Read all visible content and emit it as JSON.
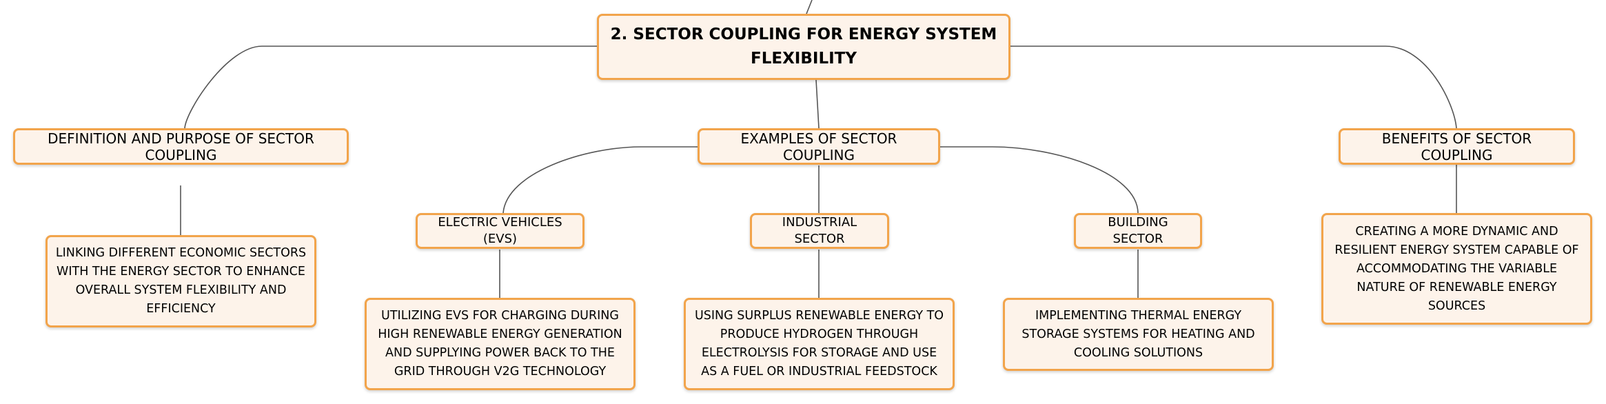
{
  "mindmap": {
    "root": "2. SECTOR COUPLING FOR ENERGY SYSTEM FLEXIBILITY",
    "branches": [
      {
        "label": "DEFINITION AND PURPOSE OF SECTOR COUPLING",
        "detail": "LINKING DIFFERENT ECONOMIC SECTORS WITH THE ENERGY SECTOR TO ENHANCE OVERALL SYSTEM FLEXIBILITY AND EFFICIENCY"
      },
      {
        "label": "EXAMPLES OF SECTOR COUPLING",
        "children": [
          {
            "label": "ELECTRIC VEHICLES (EVS)",
            "detail": "UTILIZING EVS FOR CHARGING DURING HIGH RENEWABLE ENERGY GENERATION AND SUPPLYING POWER BACK TO THE GRID THROUGH V2G TECHNOLOGY"
          },
          {
            "label": "INDUSTRIAL SECTOR",
            "detail": "USING SURPLUS RENEWABLE ENERGY TO PRODUCE HYDROGEN THROUGH ELECTROLYSIS FOR STORAGE AND USE AS A FUEL OR INDUSTRIAL FEEDSTOCK"
          },
          {
            "label": "BUILDING SECTOR",
            "detail": "IMPLEMENTING THERMAL ENERGY STORAGE SYSTEMS FOR HEATING AND COOLING SOLUTIONS"
          }
        ]
      },
      {
        "label": "BENEFITS OF SECTOR COUPLING",
        "detail": "CREATING A MORE DYNAMIC AND RESILIENT ENERGY SYSTEM CAPABLE OF ACCOMMODATING THE VARIABLE NATURE OF RENEWABLE ENERGY SOURCES"
      }
    ],
    "colors": {
      "node_fill": "#fdf3ea",
      "node_border": "#f2a44b",
      "connector": "#555555"
    }
  }
}
